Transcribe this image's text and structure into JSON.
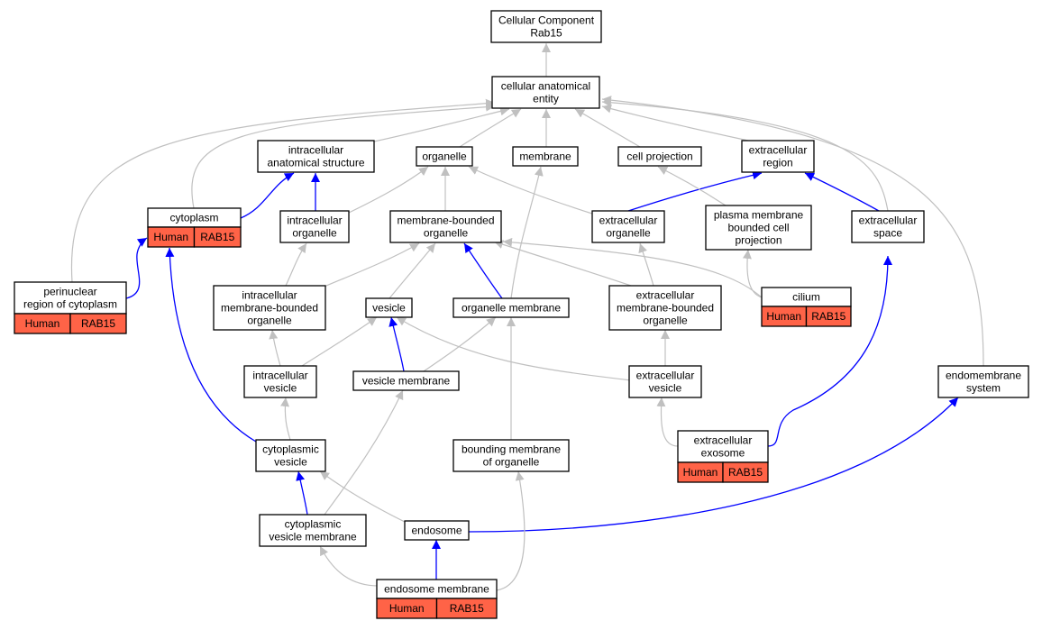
{
  "graph": {
    "colors": {
      "is_a_edge": "#c0c0c0",
      "part_of_edge": "#0000ff",
      "node_border": "#000000",
      "annotation_fill": "#ff6347"
    },
    "nodes": [
      {
        "id": "root",
        "lines": [
          "Cellular Component",
          "Rab15"
        ]
      },
      {
        "id": "cae",
        "lines": [
          "cellular anatomical",
          "entity"
        ]
      },
      {
        "id": "ias",
        "lines": [
          "intracellular",
          "anatomical structure"
        ]
      },
      {
        "id": "organelle",
        "lines": [
          "organelle"
        ]
      },
      {
        "id": "membrane",
        "lines": [
          "membrane"
        ]
      },
      {
        "id": "cellproj",
        "lines": [
          "cell projection"
        ]
      },
      {
        "id": "ecregion",
        "lines": [
          "extracellular",
          "region"
        ]
      },
      {
        "id": "cytoplasm",
        "lines": [
          "cytoplasm"
        ],
        "annotation": [
          "Human",
          "RAB15"
        ]
      },
      {
        "id": "intraorg",
        "lines": [
          "intracellular",
          "organelle"
        ]
      },
      {
        "id": "mbo",
        "lines": [
          "membrane-bounded",
          "organelle"
        ]
      },
      {
        "id": "ecorg",
        "lines": [
          "extracellular",
          "organelle"
        ]
      },
      {
        "id": "pmbcp",
        "lines": [
          "plasma membrane",
          "bounded cell",
          "projection"
        ]
      },
      {
        "id": "ecspace",
        "lines": [
          "extracellular",
          "space"
        ]
      },
      {
        "id": "perinuclear",
        "lines": [
          "perinuclear",
          "region of cytoplasm"
        ],
        "annotation": [
          "Human",
          "RAB15"
        ]
      },
      {
        "id": "imbo",
        "lines": [
          "intracellular",
          "membrane-bounded",
          "organelle"
        ]
      },
      {
        "id": "vesicle",
        "lines": [
          "vesicle"
        ]
      },
      {
        "id": "orgmem",
        "lines": [
          "organelle membrane"
        ]
      },
      {
        "id": "ecmbo",
        "lines": [
          "extracellular",
          "membrane-bounded",
          "organelle"
        ]
      },
      {
        "id": "cilium",
        "lines": [
          "cilium"
        ],
        "annotation": [
          "Human",
          "RAB15"
        ]
      },
      {
        "id": "iv",
        "lines": [
          "intracellular",
          "vesicle"
        ]
      },
      {
        "id": "vm",
        "lines": [
          "vesicle membrane"
        ]
      },
      {
        "id": "ecv",
        "lines": [
          "extracellular",
          "vesicle"
        ]
      },
      {
        "id": "endomem",
        "lines": [
          "endomembrane",
          "system"
        ]
      },
      {
        "id": "cv",
        "lines": [
          "cytoplasmic",
          "vesicle"
        ]
      },
      {
        "id": "bmo",
        "lines": [
          "bounding membrane",
          "of organelle"
        ]
      },
      {
        "id": "exosome",
        "lines": [
          "extracellular",
          "exosome"
        ],
        "annotation": [
          "Human",
          "RAB15"
        ]
      },
      {
        "id": "cvm",
        "lines": [
          "cytoplasmic",
          "vesicle membrane"
        ]
      },
      {
        "id": "endosome",
        "lines": [
          "endosome"
        ]
      },
      {
        "id": "endomemb",
        "lines": [
          "endosome membrane"
        ],
        "annotation": [
          "Human",
          "RAB15"
        ]
      }
    ],
    "edges": [
      {
        "from": "cae",
        "to": "root",
        "type": "is_a"
      },
      {
        "from": "ias",
        "to": "cae",
        "type": "is_a"
      },
      {
        "from": "organelle",
        "to": "cae",
        "type": "is_a"
      },
      {
        "from": "membrane",
        "to": "cae",
        "type": "is_a"
      },
      {
        "from": "cellproj",
        "to": "cae",
        "type": "is_a"
      },
      {
        "from": "ecregion",
        "to": "cae",
        "type": "is_a"
      },
      {
        "from": "cytoplasm",
        "to": "cae",
        "type": "is_a"
      },
      {
        "from": "perinuclear",
        "to": "cae",
        "type": "is_a"
      },
      {
        "from": "ecspace",
        "to": "cae",
        "type": "is_a"
      },
      {
        "from": "endomem",
        "to": "cae",
        "type": "is_a"
      },
      {
        "from": "cytoplasm",
        "to": "ias",
        "type": "part_of"
      },
      {
        "from": "intraorg",
        "to": "ias",
        "type": "part_of"
      },
      {
        "from": "intraorg",
        "to": "organelle",
        "type": "is_a"
      },
      {
        "from": "mbo",
        "to": "organelle",
        "type": "is_a"
      },
      {
        "from": "ecorg",
        "to": "organelle",
        "type": "is_a"
      },
      {
        "from": "ecorg",
        "to": "ecregion",
        "type": "part_of"
      },
      {
        "from": "pmbcp",
        "to": "cellproj",
        "type": "is_a"
      },
      {
        "from": "ecspace",
        "to": "ecregion",
        "type": "part_of"
      },
      {
        "from": "perinuclear",
        "to": "cytoplasm",
        "type": "part_of"
      },
      {
        "from": "imbo",
        "to": "intraorg",
        "type": "is_a"
      },
      {
        "from": "imbo",
        "to": "mbo",
        "type": "is_a"
      },
      {
        "from": "vesicle",
        "to": "mbo",
        "type": "is_a"
      },
      {
        "from": "orgmem",
        "to": "mbo",
        "type": "part_of"
      },
      {
        "from": "orgmem",
        "to": "membrane",
        "type": "is_a"
      },
      {
        "from": "ecmbo",
        "to": "mbo",
        "type": "is_a"
      },
      {
        "from": "ecmbo",
        "to": "ecorg",
        "type": "is_a"
      },
      {
        "from": "cilium",
        "to": "mbo",
        "type": "is_a"
      },
      {
        "from": "cilium",
        "to": "pmbcp",
        "type": "is_a"
      },
      {
        "from": "iv",
        "to": "imbo",
        "type": "is_a"
      },
      {
        "from": "iv",
        "to": "vesicle",
        "type": "is_a"
      },
      {
        "from": "vm",
        "to": "vesicle",
        "type": "part_of"
      },
      {
        "from": "vm",
        "to": "orgmem",
        "type": "is_a"
      },
      {
        "from": "ecv",
        "to": "vesicle",
        "type": "is_a"
      },
      {
        "from": "ecv",
        "to": "ecmbo",
        "type": "is_a"
      },
      {
        "from": "cv",
        "to": "iv",
        "type": "is_a"
      },
      {
        "from": "cv",
        "to": "cytoplasm",
        "type": "part_of"
      },
      {
        "from": "bmo",
        "to": "orgmem",
        "type": "is_a"
      },
      {
        "from": "exosome",
        "to": "ecv",
        "type": "is_a"
      },
      {
        "from": "exosome",
        "to": "ecspace",
        "type": "part_of"
      },
      {
        "from": "cvm",
        "to": "cv",
        "type": "part_of"
      },
      {
        "from": "cvm",
        "to": "vm",
        "type": "is_a"
      },
      {
        "from": "endosome",
        "to": "cv",
        "type": "is_a"
      },
      {
        "from": "endosome",
        "to": "endomem",
        "type": "part_of"
      },
      {
        "from": "endomemb",
        "to": "endosome",
        "type": "part_of"
      },
      {
        "from": "endomemb",
        "to": "cvm",
        "type": "is_a"
      },
      {
        "from": "endomemb",
        "to": "bmo",
        "type": "is_a"
      }
    ]
  }
}
